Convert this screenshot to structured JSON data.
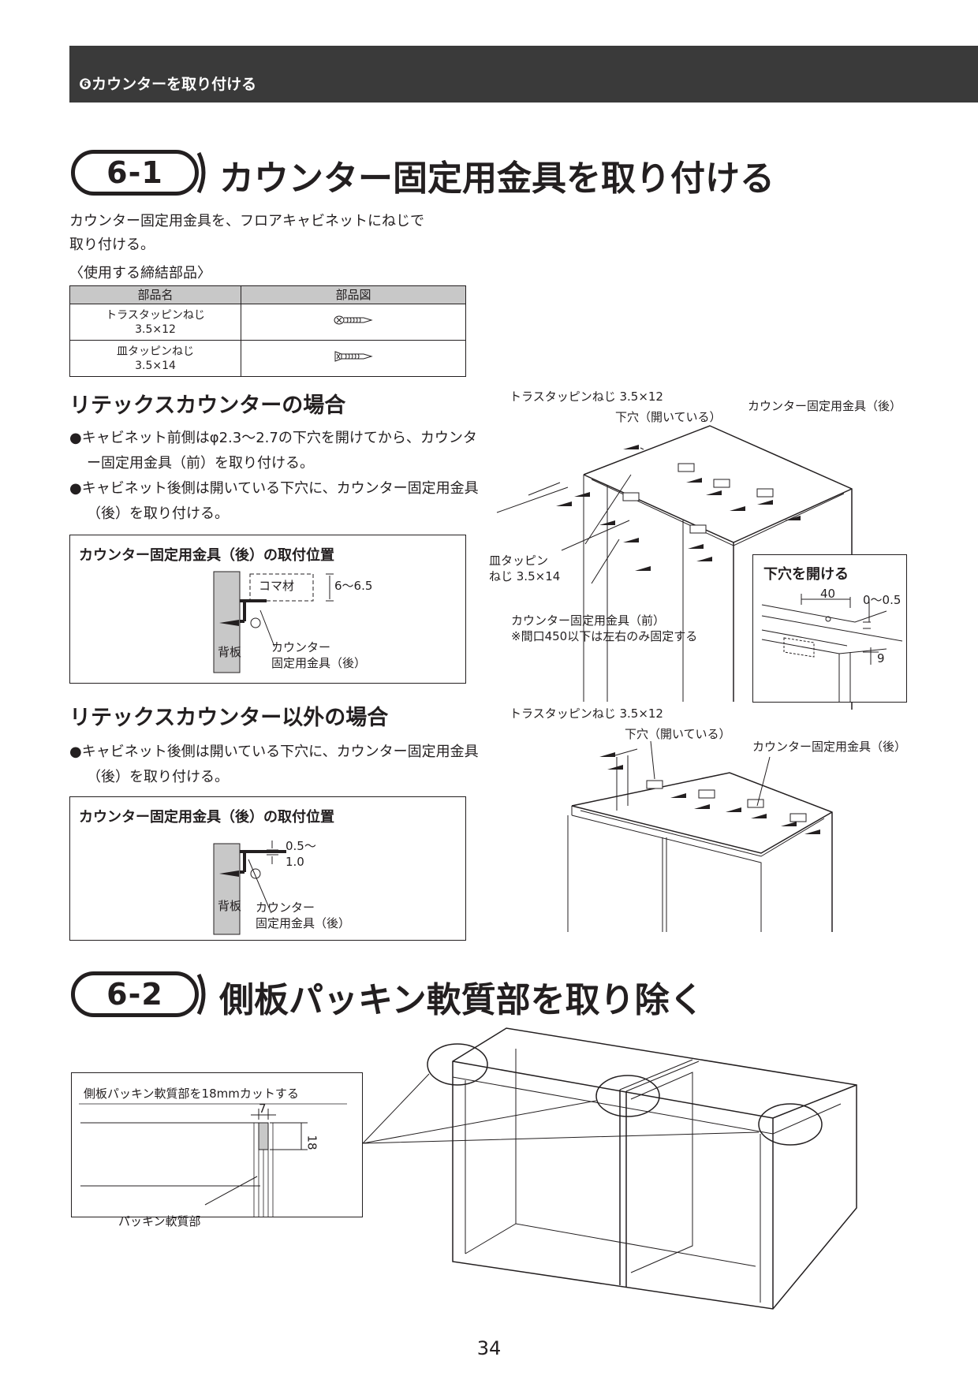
{
  "header": {
    "section_title": "❻カウンターを取り付ける"
  },
  "section1": {
    "number": "6-1",
    "title": "カウンター固定用金具を取り付ける",
    "intro_line1": "カウンター固定用金具を、フロアキャビネットにねじで",
    "intro_line2": "取り付ける。",
    "parts_caption": "〈使用する締結部品〉",
    "parts_table": {
      "col_name": "部品名",
      "col_figure": "部品図",
      "rows": [
        {
          "name_line1": "トラスタッピンねじ",
          "name_line2": "3.5×12"
        },
        {
          "name_line1": "皿タッピンねじ",
          "name_line2": "3.5×14"
        }
      ]
    },
    "case1": {
      "heading": "リテックスカウンターの場合",
      "bullet1": "●キャビネット前側はφ2.3～2.7の下穴を開けてから、カウンター固定用金具（前）を取り付ける。",
      "bullet2": "●キャビネット後側は開いている下穴に、カウンター固定用金具（後）を取り付ける。",
      "box": {
        "title": "カウンター固定用金具（後）の取付位置",
        "koma": "コマ材",
        "dim": "6～6.5",
        "back": "背板",
        "bracket_line1": "カウンター",
        "bracket_line2": "固定用金具（後）"
      },
      "figure": {
        "truss_label": "トラスタッピンねじ 3.5×12",
        "hole_label": "下穴（開いている）",
        "rear_label": "カウンター固定用金具（後）",
        "sara_line1": "皿タッピン",
        "sara_line2": "ねじ 3.5×14",
        "front_line1": "カウンター固定用金具（前）",
        "front_line2": "※間口450以下は左右のみ固定する",
        "inset_title": "下穴を開ける",
        "inset_dim1": "40",
        "inset_dim2": "0～0.5",
        "inset_dim3": "9"
      }
    },
    "case2": {
      "heading": "リテックスカウンター以外の場合",
      "bullet1": "●キャビネット後側は開いている下穴に、カウンター固定用金具（後）を取り付ける。",
      "box": {
        "title": "カウンター固定用金具（後）の取付位置",
        "dim_line1": "0.5～",
        "dim_line2": "1.0",
        "back": "背板",
        "bracket_line1": "カウンター",
        "bracket_line2": "固定用金具（後）"
      },
      "figure": {
        "truss_label": "トラスタッピンねじ 3.5×12",
        "hole_label": "下穴（開いている）",
        "rear_label": "カウンター固定用金具（後）"
      }
    }
  },
  "section2": {
    "number": "6-2",
    "title": "側板パッキン軟質部を取り除く",
    "detail": {
      "caption": "側板パッキン軟質部を18mmカットする",
      "dim_width": "7",
      "dim_height": "18",
      "packing_label": "パッキン軟質部"
    }
  },
  "page_number": "34"
}
